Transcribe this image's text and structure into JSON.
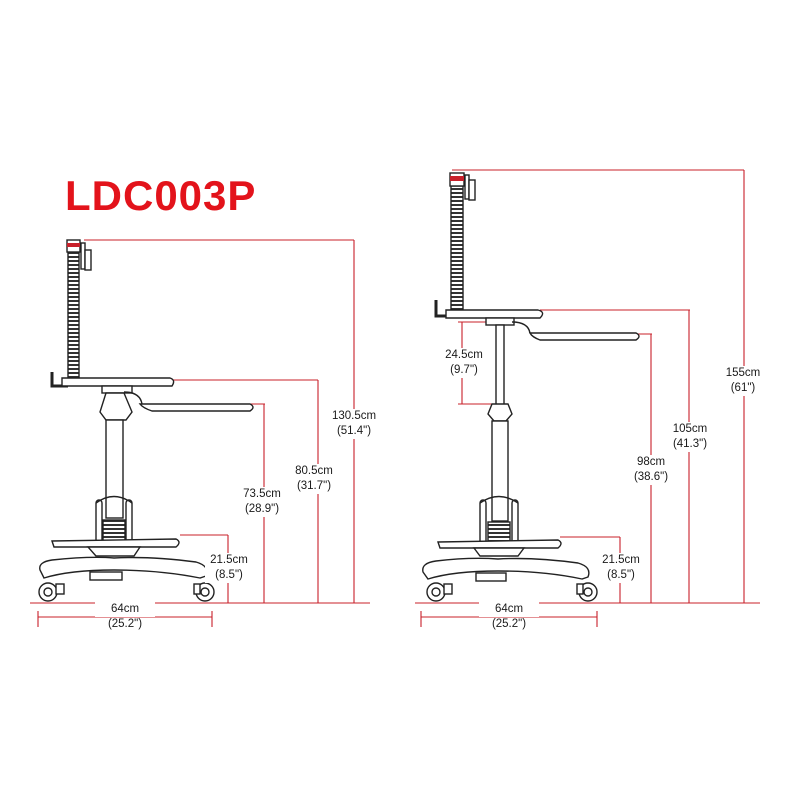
{
  "title": "LDC003P",
  "colors": {
    "dimension_line": "#c8202a",
    "title": "#e3131b",
    "drawing": "#222222"
  },
  "left_view": {
    "dims": [
      {
        "id": "total",
        "cm": "130.5cm",
        "in": "(51.4\")"
      },
      {
        "id": "upper_tray",
        "cm": "80.5cm",
        "in": "(31.7\")"
      },
      {
        "id": "keyboard_tray",
        "cm": "73.5cm",
        "in": "(28.9\")"
      },
      {
        "id": "footrest",
        "cm": "21.5cm",
        "in": "(8.5\")"
      },
      {
        "id": "base_width",
        "cm": "64cm",
        "in": "(25.2\")"
      }
    ]
  },
  "right_view": {
    "dims": [
      {
        "id": "total",
        "cm": "155cm",
        "in": "(61\")"
      },
      {
        "id": "upper_tray",
        "cm": "105cm",
        "in": "(41.3\")"
      },
      {
        "id": "keyboard_tray",
        "cm": "98cm",
        "in": "(38.6\")"
      },
      {
        "id": "adjust_range",
        "cm": "24.5cm",
        "in": "(9.7\")"
      },
      {
        "id": "footrest",
        "cm": "21.5cm",
        "in": "(8.5\")"
      },
      {
        "id": "base_width",
        "cm": "64cm",
        "in": "(25.2\")"
      }
    ]
  }
}
